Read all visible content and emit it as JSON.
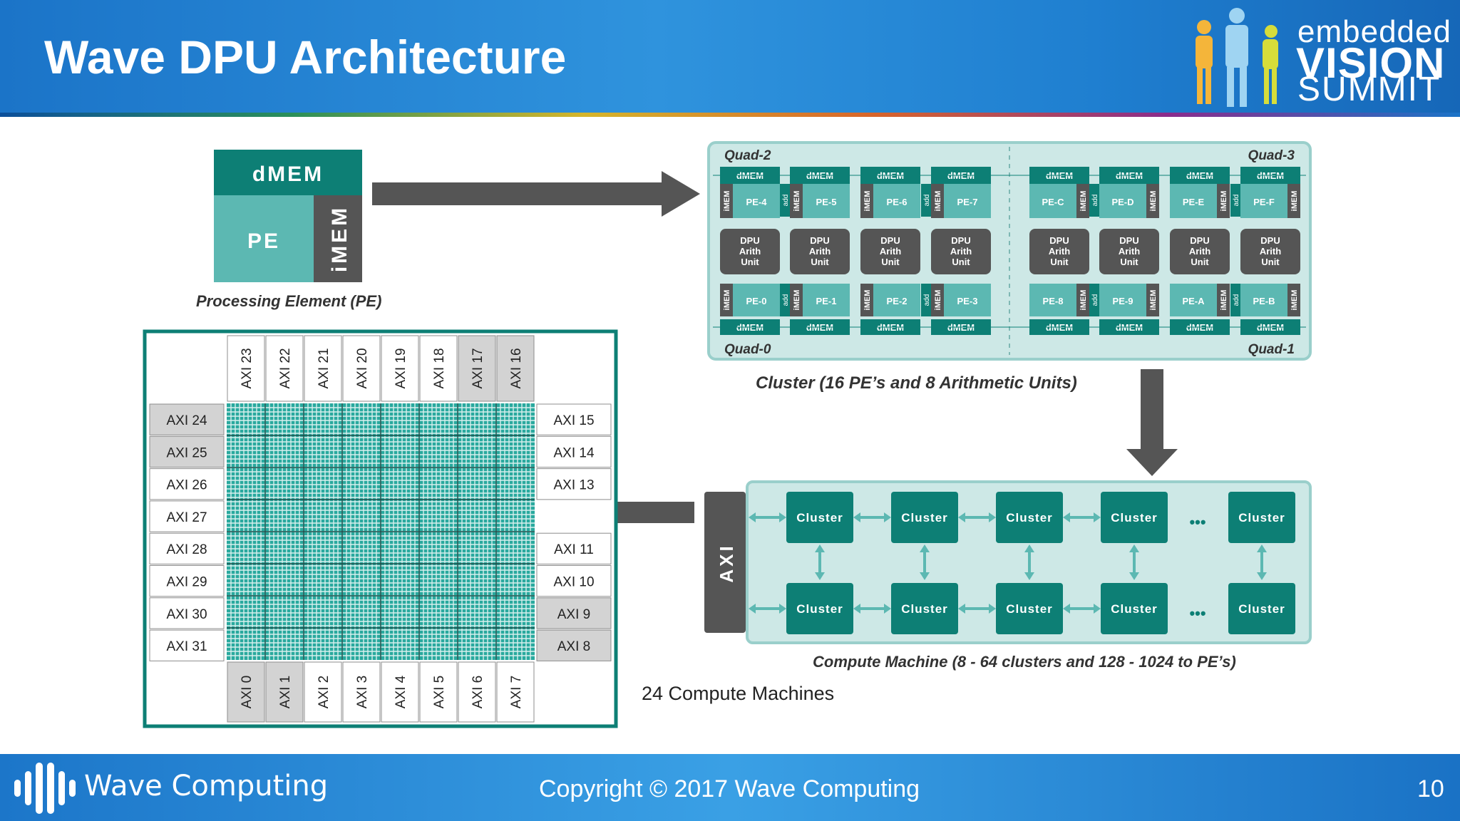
{
  "slide": {
    "title": "Wave DPU Architecture",
    "page_number": "10"
  },
  "logo": {
    "line1": "embedded",
    "line2": "VISION",
    "line3": "SUMMIT"
  },
  "footer": {
    "brand": "Wave Computing",
    "copyright": "Copyright © 2017 Wave Computing"
  },
  "pe_block": {
    "dmem": "dMEM",
    "pe": "PE",
    "imem": "iMEM",
    "caption": "Processing Element (PE)"
  },
  "cluster": {
    "caption": "Cluster (16 PE’s and 8 Arithmetic Units)",
    "quads": {
      "top_left": "Quad-2",
      "top_right": "Quad-3",
      "bottom_left": "Quad-0",
      "bottom_right": "Quad-1"
    },
    "top_pes": [
      "PE-4",
      "PE-5",
      "PE-6",
      "PE-7",
      "PE-C",
      "PE-D",
      "PE-E",
      "PE-F"
    ],
    "bottom_pes": [
      "PE-0",
      "PE-1",
      "PE-2",
      "PE-3",
      "PE-8",
      "PE-9",
      "PE-A",
      "PE-B"
    ],
    "dmem": "dMEM",
    "imem": "iMEM",
    "add": "add",
    "arith_unit": [
      "DPU",
      "Arith",
      "Unit"
    ]
  },
  "grid": {
    "top_axis": [
      "AXI 23",
      "AXI 22",
      "AXI 21",
      "AXI 20",
      "AXI 19",
      "AXI 18",
      "AXI 17",
      "AXI 16"
    ],
    "bottom_axis": [
      "AXI 0",
      "AXI 1",
      "AXI 2",
      "AXI 3",
      "AXI 4",
      "AXI 5",
      "AXI 6",
      "AXI 7"
    ],
    "left_axis": [
      "AXI 24",
      "AXI 25",
      "AXI 26",
      "AXI 27",
      "AXI 28",
      "AXI 29",
      "AXI 30",
      "AXI 31"
    ],
    "right_axis": [
      "AXI 15",
      "AXI 14",
      "AXI 13",
      "",
      "AXI 11",
      "AXI 10",
      "AXI 9",
      "AXI 8"
    ],
    "caption": "24 Compute Machines"
  },
  "compute_machine": {
    "axi": "AXI",
    "cluster_label": "Cluster",
    "ellipsis": "•••",
    "caption": "Compute Machine (8 - 64 clusters and 128 - 1024 to PE’s)"
  },
  "colors": {
    "teal_dark": "#0d7f75",
    "teal_mid": "#5cb8b2",
    "teal_light": "#cde8e6",
    "gray_dark": "#555555",
    "header_blue": "#1f7fd0"
  }
}
